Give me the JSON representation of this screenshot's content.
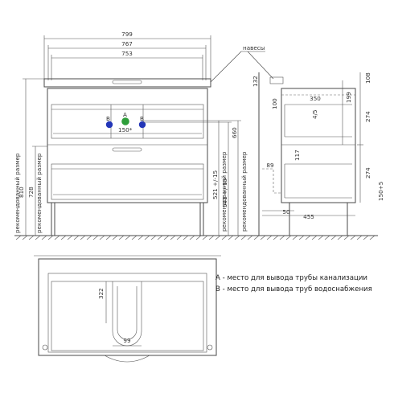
{
  "title": "",
  "front_view": {
    "widths": [
      "799",
      "767",
      "753"
    ],
    "heights": [
      "810",
      "728"
    ],
    "heights_labels": [
      "рекомендованный размер",
      "рекомендованный размер"
    ],
    "right_heights": [
      "521 +/-15",
      "541 +/-15",
      "660"
    ],
    "right_labels": [
      "рекомендованный размер",
      "рекомендованный размер"
    ],
    "pipe_labels": {
      "a": "A",
      "b_left": "B",
      "b_right": "B"
    },
    "pipe_angle": "150*",
    "pipe_colors": {
      "a": "#2e9e3a",
      "b": "#2336b8"
    }
  },
  "side_view": {
    "callout": "навесы",
    "dims": [
      "132",
      "100",
      "350",
      "199",
      "108",
      "4/5",
      "274",
      "89",
      "117",
      "274",
      "150+5",
      "50",
      "455"
    ]
  },
  "top_view": {
    "dims": [
      "322",
      "99"
    ]
  },
  "legend": [
    "A - место для вывода трубы канализации",
    "B - место для вывода труб водоснабжения"
  ]
}
